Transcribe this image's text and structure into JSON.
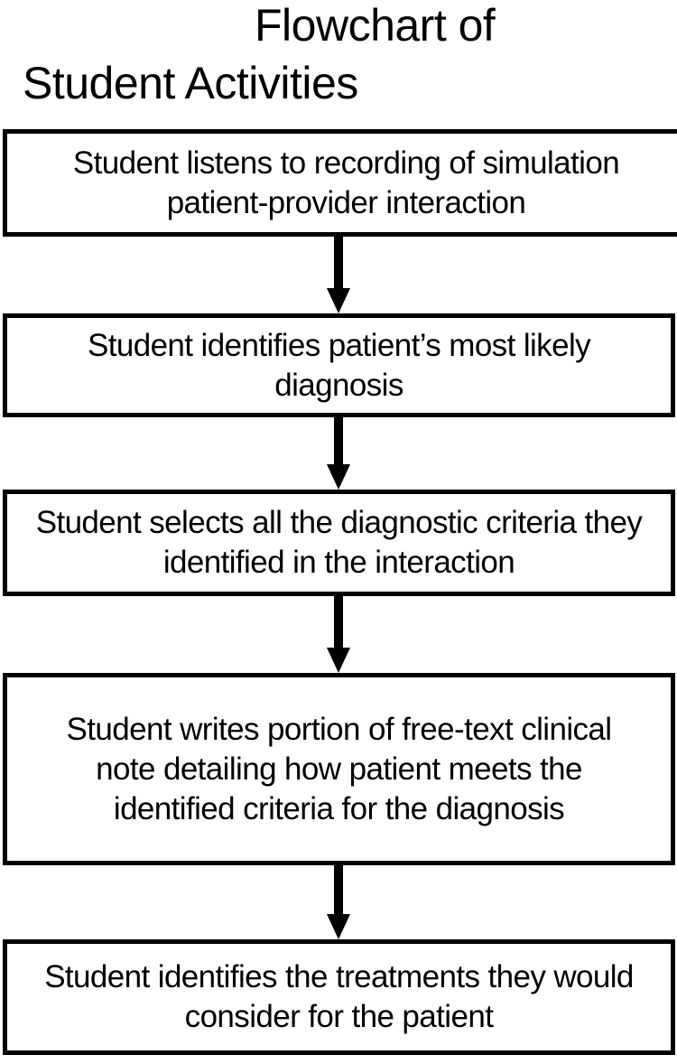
{
  "title": {
    "line1": "Flowchart of",
    "line2": "Student Activities"
  },
  "steps": [
    {
      "text": "Student listens to recording of simulation patient-provider interaction"
    },
    {
      "text": "Student identifies patient’s most likely diagnosis"
    },
    {
      "text": "Student selects all the diagnostic criteria they identified in the interaction"
    },
    {
      "text": "Student writes portion of free-text clinical note detailing how patient meets the identified criteria for the diagnosis"
    },
    {
      "text": "Student identifies the treatments they would consider for the patient"
    }
  ]
}
